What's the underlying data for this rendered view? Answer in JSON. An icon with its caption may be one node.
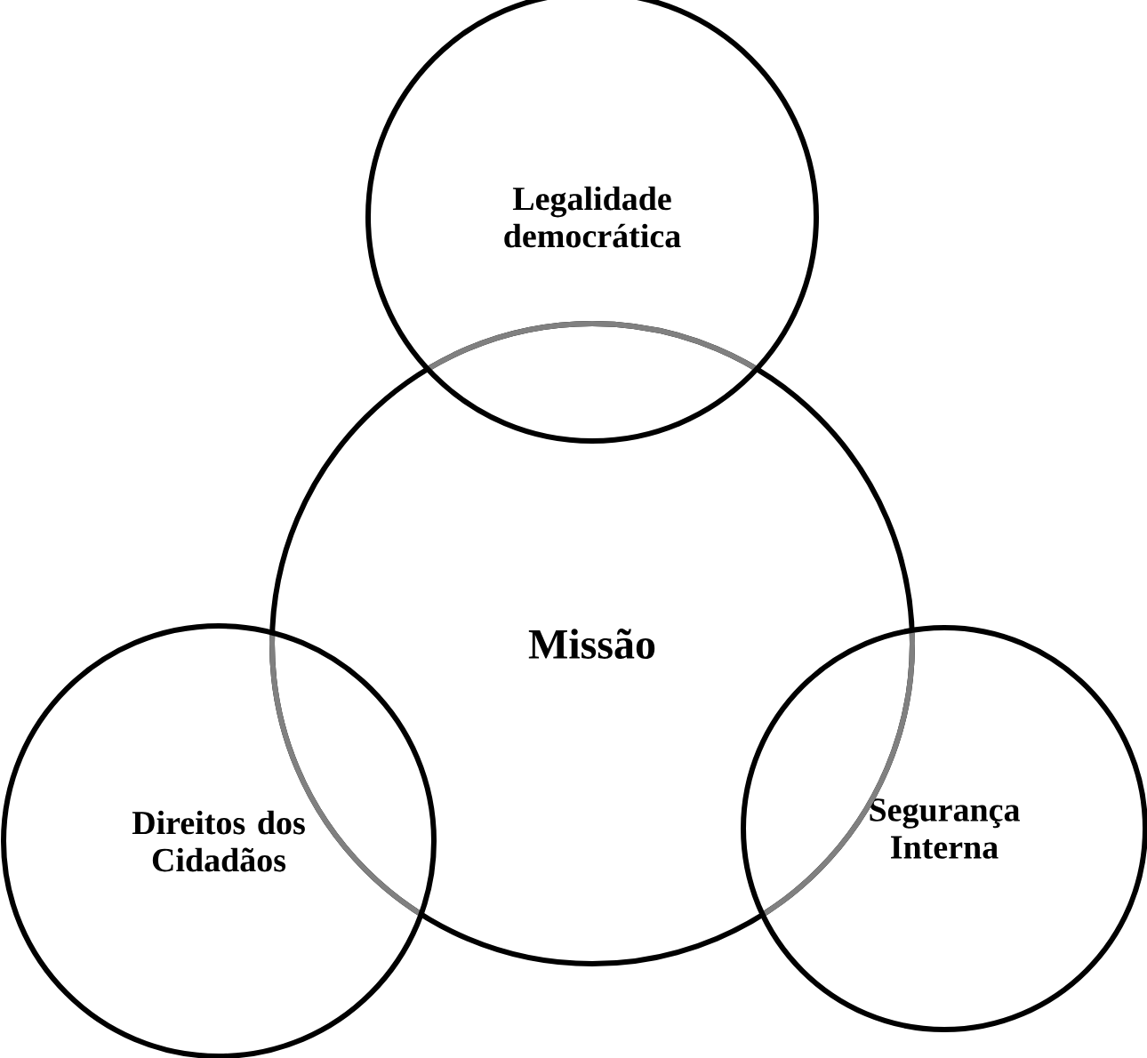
{
  "diagram": {
    "nodes": [
      {
        "text": [
          "Legalidade democrática"
        ]
      },
      {
        "text": [
          "Missão"
        ]
      },
      {
        "text": [
          "Direitos dos Cidadãos"
        ]
      },
      {
        "text": [
          "Segurança Interna"
        ]
      }
    ]
  }
}
